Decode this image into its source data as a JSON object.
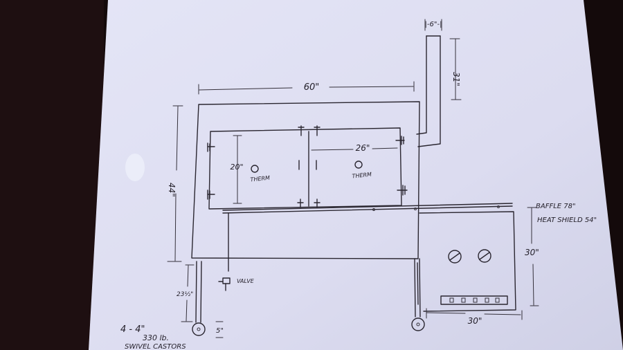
{
  "labels": {
    "stack_width": "|-6\"-|",
    "stack_height": "31\"",
    "overall_width": "60\"",
    "overall_height": "44\"",
    "firebox_depth": "20\"",
    "chamber_width": "26\"",
    "therm_left": "THERM",
    "therm_right": "THERM",
    "baffle": "BAFFLE 78\"",
    "heat_shield": "HEAT SHIELD 54\"",
    "cabinet_height": "30\"",
    "cabinet_width": "30\"",
    "valve": "VALVE",
    "leg_height": "23½\"",
    "caster_size": "5\"",
    "caster_note_line1": "4 - 4\"",
    "caster_note_line2": "330 lb.",
    "caster_note_line3": "SWIVEL CASTORS"
  },
  "colors": {
    "paper": "#dfe0f2",
    "ink": "#2a2630",
    "background": "#140a0b"
  }
}
